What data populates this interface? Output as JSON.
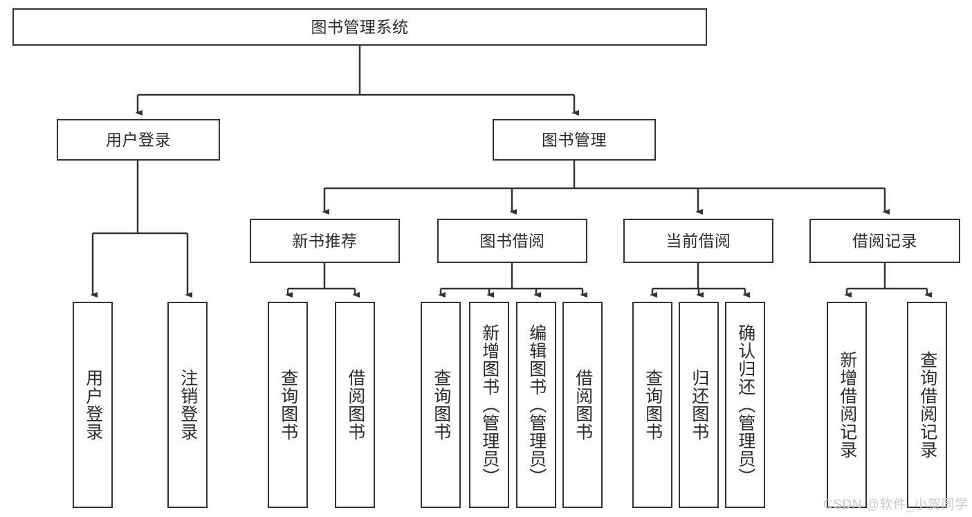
{
  "diagram": {
    "title": "图书管理系统",
    "type": "tree-hierarchy-chart",
    "root": {
      "label": "图书管理系统"
    },
    "level2": [
      {
        "label": "用户登录"
      },
      {
        "label": "图书管理"
      }
    ],
    "level3": [
      {
        "label": "新书推荐"
      },
      {
        "label": "图书借阅"
      },
      {
        "label": "当前借阅"
      },
      {
        "label": "借阅记录"
      }
    ],
    "leaves": {
      "user_login": [
        {
          "label": "用户登录"
        },
        {
          "label": "注销登录"
        }
      ],
      "new_book_recommend": [
        {
          "label": "查询图书"
        },
        {
          "label": "借阅图书"
        }
      ],
      "book_borrow": [
        {
          "label": "查询图书"
        },
        {
          "label": "新增图书（管理员）"
        },
        {
          "label": "编辑图书（管理员）"
        },
        {
          "label": "借阅图书"
        }
      ],
      "current_borrow": [
        {
          "label": "查询图书"
        },
        {
          "label": "归还图书"
        },
        {
          "label": "确认归还（管理员）"
        }
      ],
      "borrow_record": [
        {
          "label": "新增借阅记录"
        },
        {
          "label": "查询借阅记录"
        }
      ]
    }
  },
  "watermark": {
    "text": "CSDN @软件_小贺同学"
  },
  "colors": {
    "stroke": "#333333",
    "text": "#2b2b2b",
    "background": "#ffffff",
    "watermark": "#c9c9c9"
  }
}
